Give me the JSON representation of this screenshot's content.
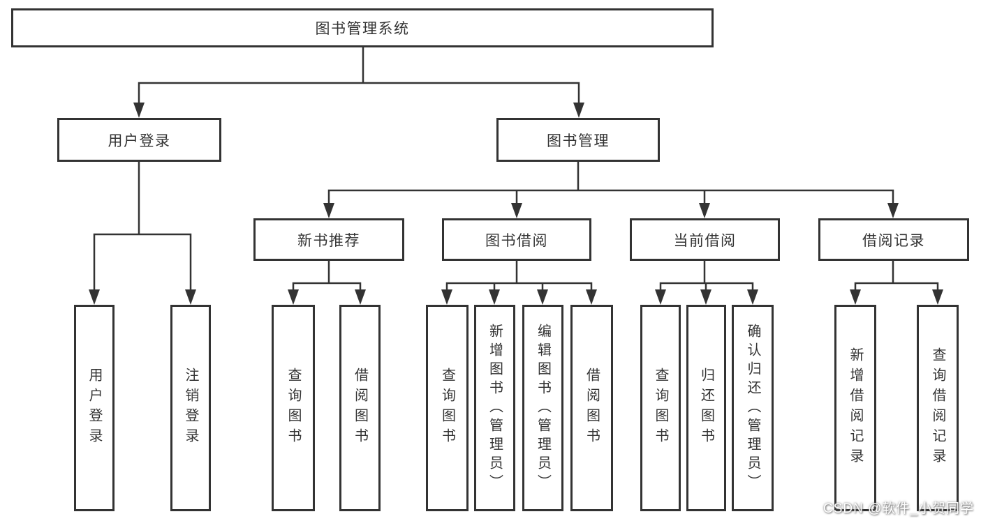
{
  "colors": {
    "line": "#333333",
    "box_border": "#333333",
    "text": "#333333",
    "background": "#ffffff",
    "watermark_text": "#fdfdfd"
  },
  "watermark": {
    "text": "CSDN @软件_小贺同学"
  },
  "tree": {
    "root": {
      "label": "图书管理系统"
    },
    "branches": [
      {
        "label": "用户登录",
        "children": [
          {
            "label": "用户登录"
          },
          {
            "label": "注销登录"
          }
        ]
      },
      {
        "label": "图书管理",
        "children": [
          {
            "label": "新书推荐",
            "children": [
              {
                "label": "查询图书"
              },
              {
                "label": "借阅图书"
              }
            ]
          },
          {
            "label": "图书借阅",
            "children": [
              {
                "label": "查询图书"
              },
              {
                "label": "新增图书（管理员）"
              },
              {
                "label": "编辑图书（管理员）"
              },
              {
                "label": "借阅图书"
              }
            ]
          },
          {
            "label": "当前借阅",
            "children": [
              {
                "label": "查询图书"
              },
              {
                "label": "归还图书"
              },
              {
                "label": "确认归还（管理员）"
              }
            ]
          },
          {
            "label": "借阅记录",
            "children": [
              {
                "label": "新增借阅记录"
              },
              {
                "label": "查询借阅记录"
              }
            ]
          }
        ]
      }
    ]
  }
}
